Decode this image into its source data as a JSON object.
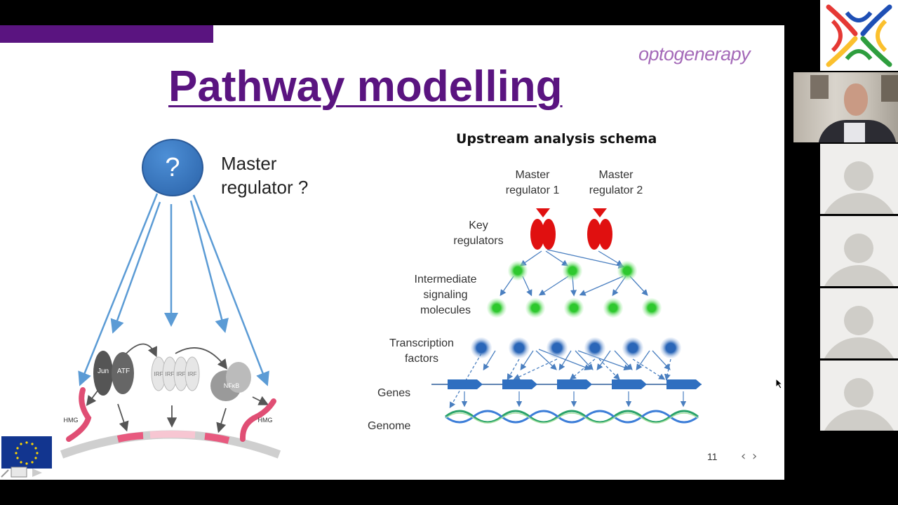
{
  "slide": {
    "title": "Pathway modelling",
    "logo_text": "optogenerapy",
    "left": {
      "circle_symbol": "?",
      "label_line1": "Master",
      "label_line2": "regulator ?",
      "proteins": {
        "jun": "Jun",
        "atf": "ATF",
        "irf": "IRF",
        "nfkb": "NFκB",
        "hmg_left": "HMG",
        "hmg_right": "HMG"
      }
    },
    "schema": {
      "title": "Upstream analysis schema",
      "master1_line1": "Master",
      "master1_line2": "regulator 1",
      "master2_line1": "Master",
      "master2_line2": "regulator 2",
      "key_line1": "Key",
      "key_line2": "regulators",
      "inter_line1": "Intermediate",
      "inter_line2": "signaling",
      "inter_line3": "molecules",
      "tf_line1": "Transcription",
      "tf_line2": "factors",
      "genes": "Genes",
      "genome": "Genome"
    },
    "page_number": "11",
    "nav": {
      "prev": "‹",
      "next": "›"
    },
    "colors": {
      "accent": "#5a1480",
      "arrow_blue": "#5b9bd5",
      "key_red": "#e01010",
      "node_green": "#3ecf3e",
      "node_blue": "#2f6fc0"
    }
  },
  "sidebar": {
    "participants": [
      {
        "type": "logo",
        "name": "brand-logo"
      },
      {
        "type": "video",
        "name": "presenter"
      },
      {
        "type": "avatar"
      },
      {
        "type": "avatar"
      },
      {
        "type": "avatar"
      },
      {
        "type": "avatar"
      }
    ]
  }
}
